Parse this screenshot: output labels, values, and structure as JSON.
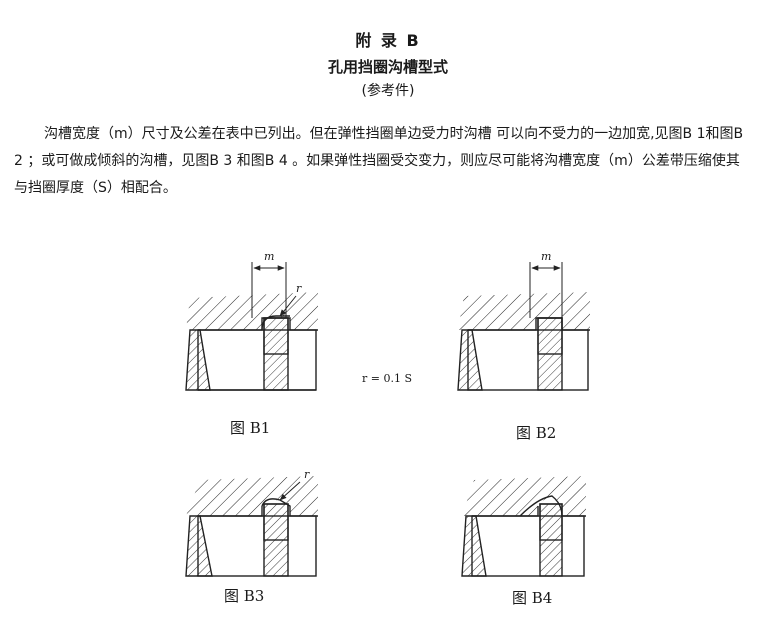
{
  "header": {
    "appendix": "附 录 B",
    "title": "孔用挡圈沟槽型式",
    "note": "(参考件)"
  },
  "body_text": "沟槽宽度（m）尺寸及公差在表中已列出。但在弹性挡圈单边受力时沟槽 可以向不受力的一边加宽,见图B 1和图B 2 ；或可做成倾斜的沟槽，见图B 3 和图B 4 。如果弹性挡圈受交变力，则应尽可能将沟槽宽度（m）公差带压缩使其与挡圈厚度（S）相配合。",
  "figures": {
    "b1": {
      "caption": "图 B1",
      "dim_label": "m",
      "radius_label": "r"
    },
    "b2": {
      "caption": "图 B2",
      "dim_label": "m"
    },
    "b3": {
      "caption": "图 B3",
      "radius_label": "r"
    },
    "b4": {
      "caption": "图 B4"
    },
    "formula": "r = 0.1 S"
  }
}
